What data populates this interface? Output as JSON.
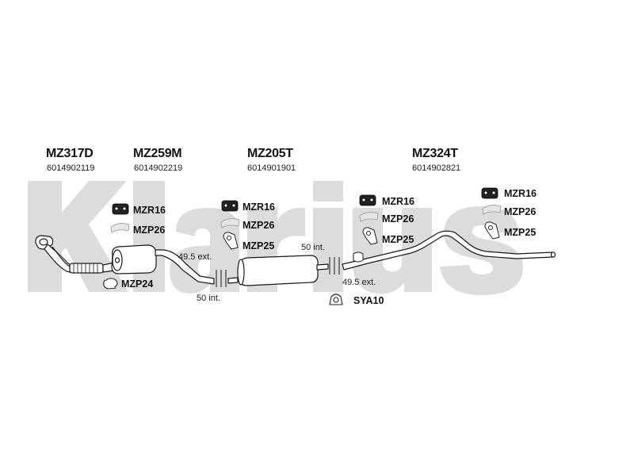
{
  "watermark": {
    "text": "Klarius",
    "color": "#d9d9d9"
  },
  "assemblies": [
    {
      "code": "MZ317D",
      "part_number": "6014902119"
    },
    {
      "code": "MZ259M",
      "part_number": "6014902219"
    },
    {
      "code": "MZ205T",
      "part_number": "6014901901"
    },
    {
      "code": "MZ324T",
      "part_number": "6014902821"
    }
  ],
  "fittings": {
    "mzr16": "MZR16",
    "mzp26": "MZP26",
    "mzp25": "MZP25",
    "mzp24": "MZP24",
    "sya10": "SYA10"
  },
  "joints": {
    "ext_1": "49.5 ext.",
    "int_1": "50 int.",
    "int_2": "50 int.",
    "ext_2": "49.5 ext."
  },
  "colors": {
    "pipe_fill": "#ffffff",
    "line": "#1a1a1a",
    "rubber": "#222222",
    "clamp_light": "#cfcfcf"
  }
}
